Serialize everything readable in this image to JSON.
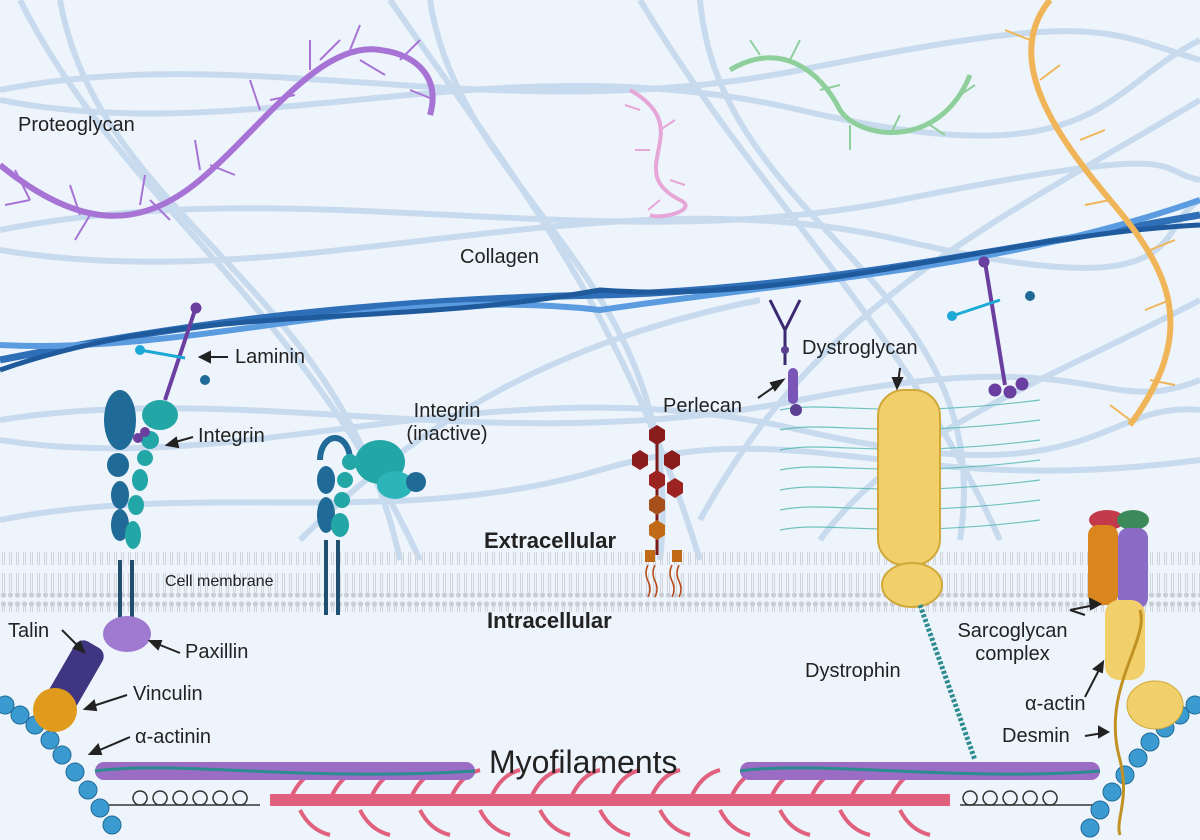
{
  "labels": {
    "proteoglycan": "Proteoglycan",
    "collagen": "Collagen",
    "laminin": "Laminin",
    "integrin": "Integrin",
    "integrin_inactive_1": "Integrin",
    "integrin_inactive_2": "(inactive)",
    "perlecan": "Perlecan",
    "dystroglycan": "Dystroglycan",
    "extracellular": "Extracellular",
    "intracellular": "Intracellular",
    "cell_membrane": "Cell membrane",
    "talin": "Talin",
    "paxillin": "Paxillin",
    "vinculin": "Vinculin",
    "alpha_actinin": "α-actinin",
    "myofilaments": "Myofilaments",
    "dystrophin": "Dystrophin",
    "sarcoglycan_1": "Sarcoglycan",
    "sarcoglycan_2": "complex",
    "alpha_actin": "α-actin",
    "desmin": "Desmin"
  },
  "colors": {
    "background": "#eef4fb",
    "collagen": "#3d7fc8",
    "collagen_faint": "#b9d1ea",
    "proteoglycan_purple": "#a774d6",
    "proteoglycan_pink": "#e6a6d8",
    "proteoglycan_green": "#8fcf9c",
    "proteoglycan_orange": "#f0b558",
    "integrin_dark": "#1f6a96",
    "integrin_teal": "#22a6a6",
    "talin": "#3f3580",
    "paxillin": "#a07ad0",
    "vinculin": "#e09a1c",
    "actinin": "#3b9ad0",
    "dystroglycan": "#f1cf6b",
    "perlecan": "#5b3f91",
    "glycan_chain": "#8b1c1c",
    "myofilament_purple": "#9a6cc4",
    "myofilament_pink": "#e0607e",
    "sarcoglycan_orange": "#d8861d",
    "sarcoglycan_purple": "#8a6bc6",
    "sarcoglycan_red": "#c23a4b",
    "sarcoglycan_green": "#3c8a5a"
  }
}
